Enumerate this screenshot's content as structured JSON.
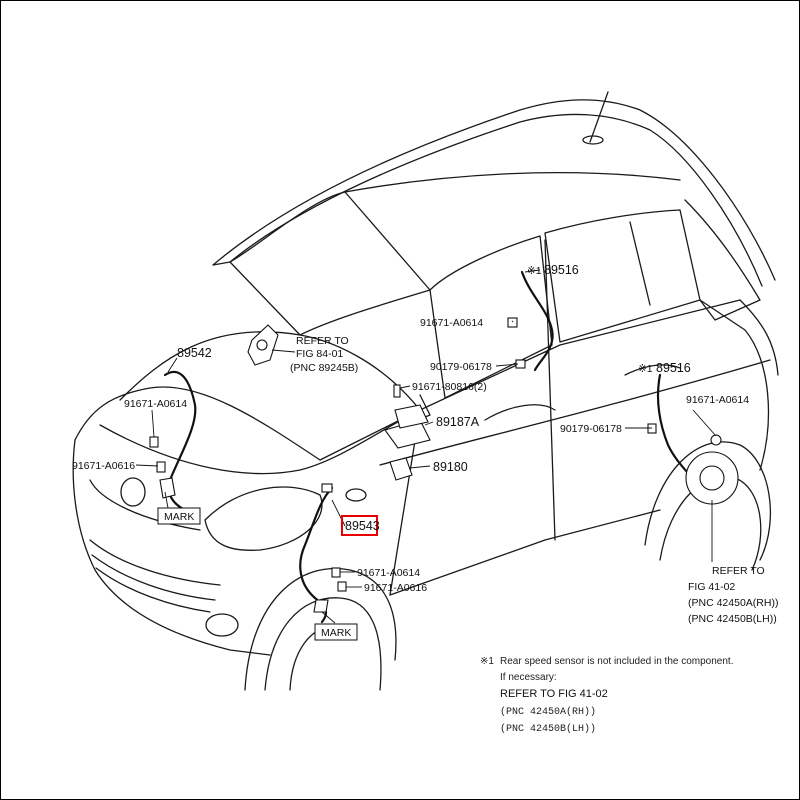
{
  "labels": {
    "p89516_top": "89516",
    "note_mark_top": "※1",
    "p89516_right": "89516",
    "note_mark_right": "※1",
    "p91671_A0614_door": "91671-A0614",
    "p90179_06178_a": "90179-06178",
    "p91671_80816": "91671-80816(2)",
    "p89187A": "89187A",
    "p89180": "89180",
    "p90179_06178_b": "90179-06178",
    "p91671_A0614_rear": "91671-A0614",
    "p89542": "89542",
    "p91671_A0614_front": "91671-A0614",
    "p91671_A0616_front": "91671-A0616",
    "mark_front": "MARK",
    "p89543": "89543",
    "p91671_A0614_wheel": "91671-A0614",
    "p91671_A0616_wheel": "91671-A0616",
    "mark_wheel": "MARK"
  },
  "refer_hood": {
    "line1": "REFER TO",
    "line2": "FIG 84-01",
    "line3": "(PNC 89245B)"
  },
  "refer_rear": {
    "line1": "REFER TO",
    "line2": "FIG 41-02",
    "line3": "(PNC 42450A(RH))",
    "line4": "(PNC 42450B(LH))"
  },
  "footnote": {
    "mark": "※1",
    "line1": "Rear speed sensor is not included in the component.",
    "line2": "If necessary:",
    "line3": "REFER TO FIG 41-02",
    "line4": "(PNC 42450A(RH))",
    "line5": "(PNC 42450B(LH))"
  },
  "colors": {
    "highlight_box": "#e60000",
    "line": "#1a1a1a"
  }
}
